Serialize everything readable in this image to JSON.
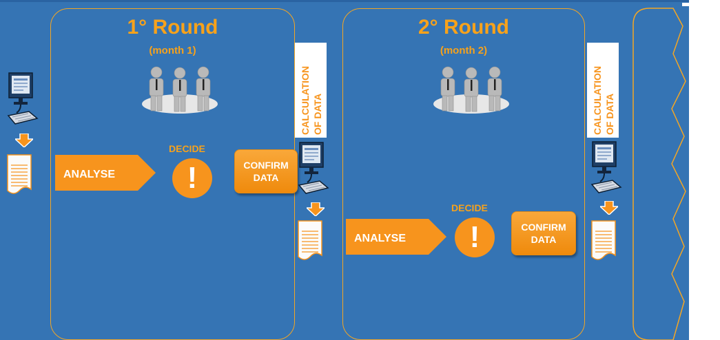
{
  "rounds": [
    {
      "title": "1° Round",
      "subtitle": "(month 1)",
      "analyse": "ANALYSE",
      "decide": "DECIDE",
      "decide_symbol": "!",
      "confirm_line1": "CONFIRM",
      "confirm_line2": "DATA"
    },
    {
      "title": "2° Round",
      "subtitle": "(month 2)",
      "analyse": "ANALYSE",
      "decide": "DECIDE",
      "decide_symbol": "!",
      "confirm_line1": "CONFIRM",
      "confirm_line2": "DATA"
    }
  ],
  "calculation": {
    "line1": "CALCULATION",
    "line2": "OF DATA"
  },
  "icons": [
    "computer-icon",
    "down-arrow-icon",
    "document-icon",
    "people-icon"
  ],
  "colors": {
    "background": "#3574b4",
    "accent": "#f7941d",
    "text_accent": "#f7a21b",
    "border": "#f5a623",
    "page": "#ffffff"
  }
}
